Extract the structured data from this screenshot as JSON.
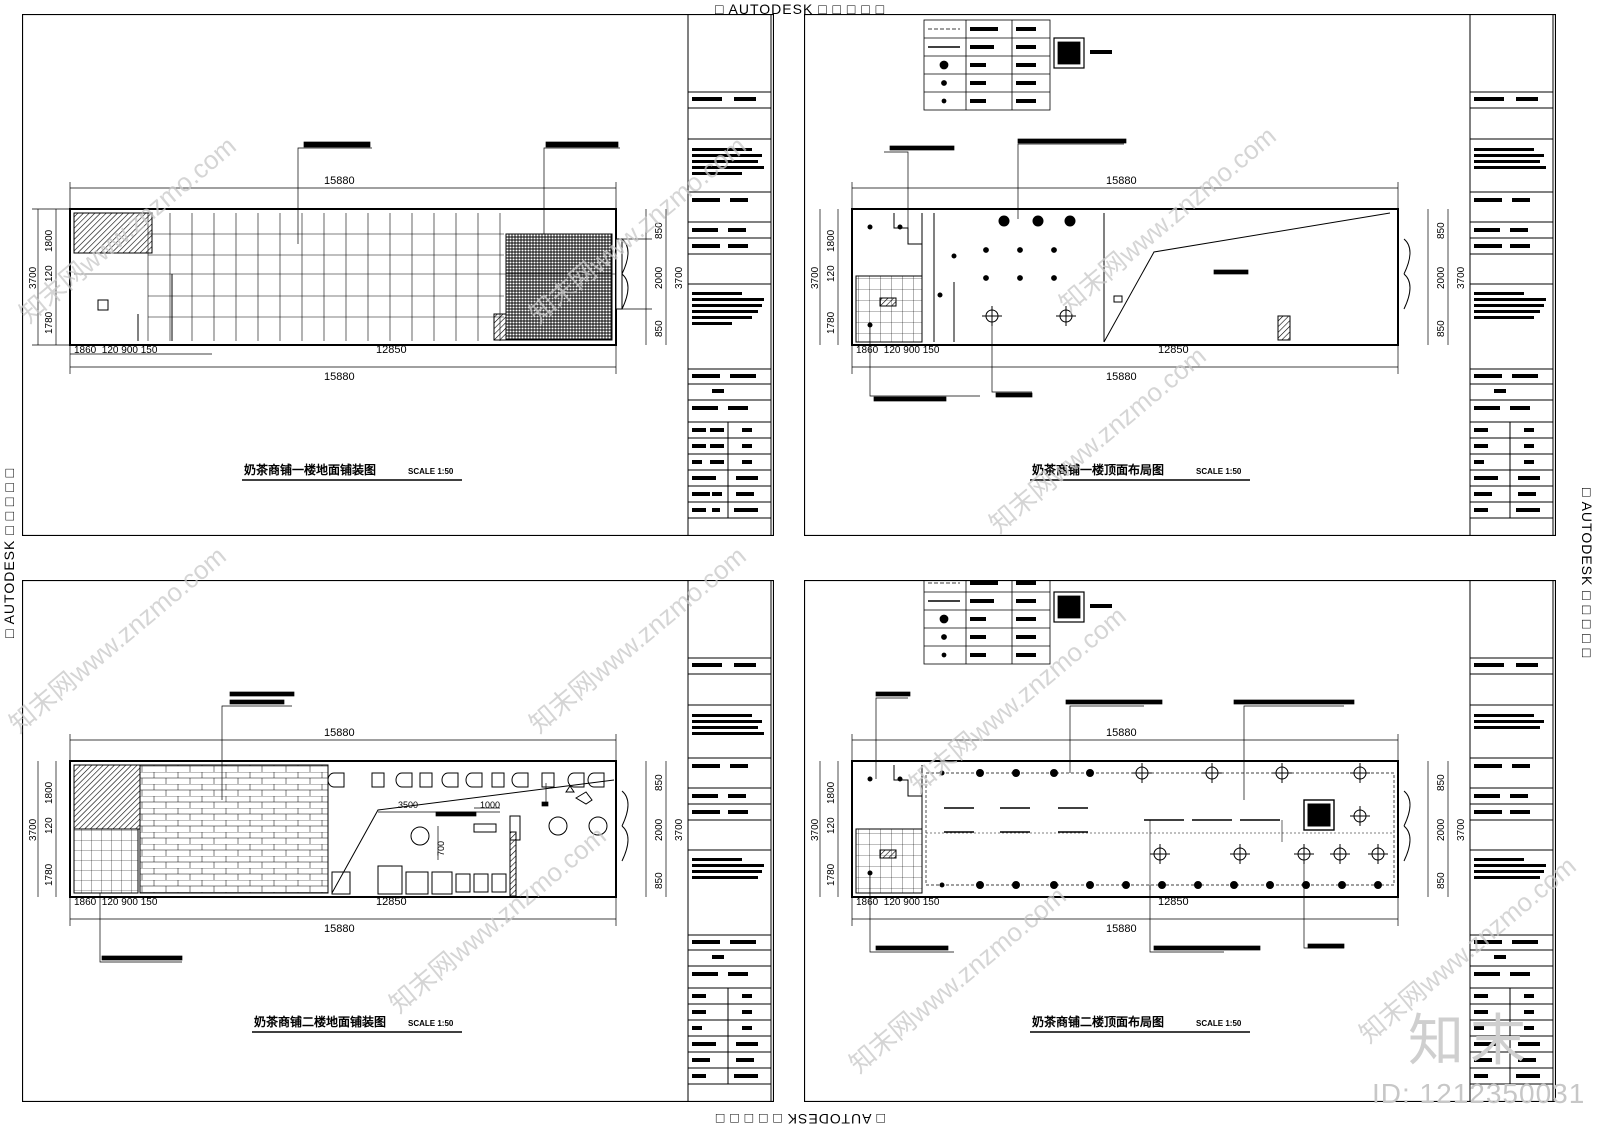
{
  "autodesk_band": {
    "top": "□ AUTODESK □ □ □ □ □",
    "bottom": "□ AUTODESK □ □ □ □ □",
    "left": "□ AUTODESK □ □ □ □ □",
    "right": "□ AUTODESK □ □ □ □ □"
  },
  "dims": {
    "total_width": "15880",
    "inner_width": "12850",
    "total_height": "3700",
    "seg_1800": "1800",
    "seg_120": "120",
    "seg_1780": "1780",
    "seg_850_top": "850",
    "seg_2000": "2000",
    "seg_850_bottom": "850",
    "bottom_segments": "1860  120 900 150",
    "d3500": "3500",
    "d1000": "1000",
    "d700": "700"
  },
  "sheets": [
    {
      "title": "奶茶商铺一楼地面铺装图",
      "scale": "SCALE 1:50"
    },
    {
      "title": "奶茶商铺一楼顶面布局图",
      "scale": "SCALE 1:50"
    },
    {
      "title": "奶茶商铺二楼地面铺装图",
      "scale": "SCALE 1:50"
    },
    {
      "title": "奶茶商铺二楼顶面布局图",
      "scale": "SCALE 1:50"
    }
  ],
  "watermarks": [
    "知末网www.znzmo.com"
  ],
  "brand": {
    "logo_text": "知末",
    "id_text": "ID: 1212350031"
  },
  "colors": {
    "line": "#000000",
    "watermark": "#c8c8c8",
    "background": "#ffffff"
  }
}
